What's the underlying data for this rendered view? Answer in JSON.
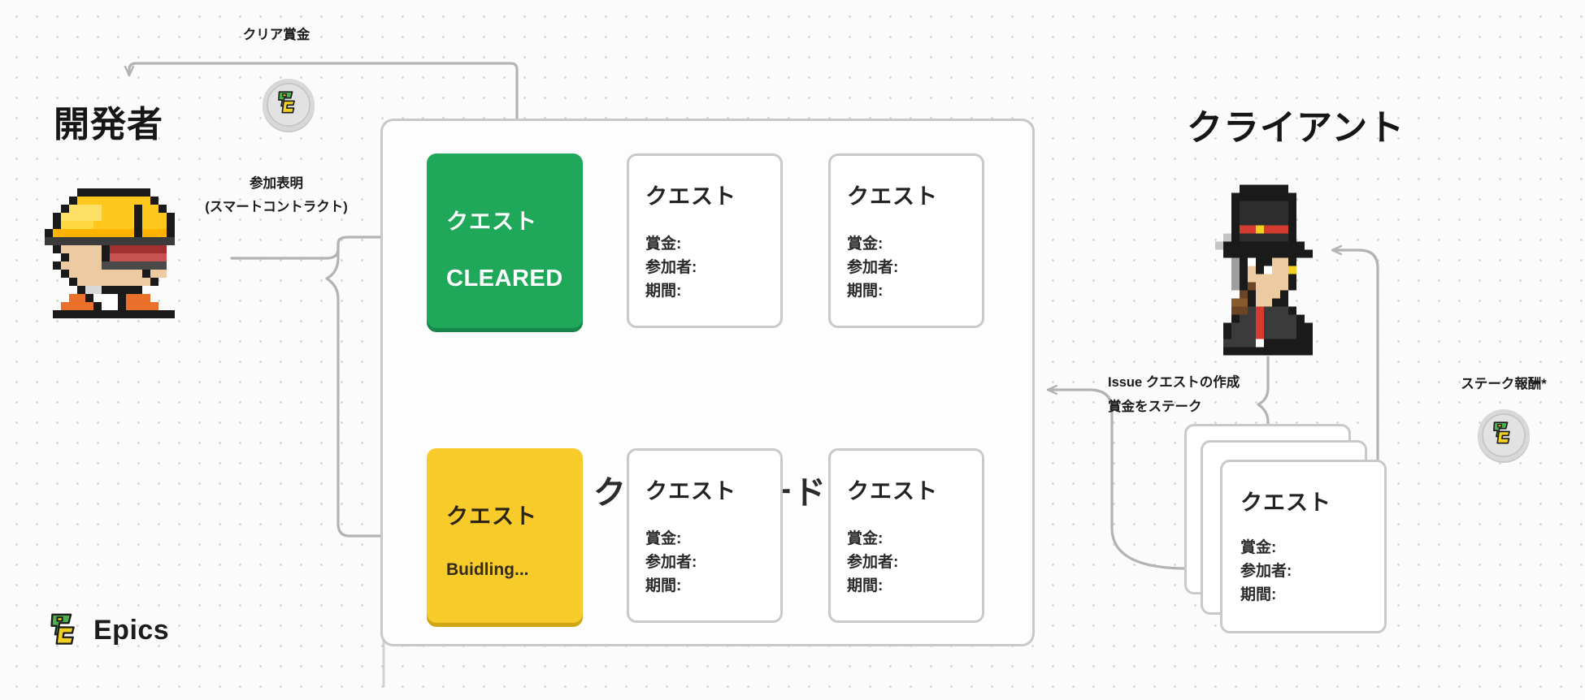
{
  "theme": {
    "background": "#fbfbfb",
    "dot_grid": "#d6d6d6",
    "line": "#b3b3b3",
    "green": "#1fa85a",
    "yellow": "#f7cb2a",
    "text": "#1d1d1d",
    "card_border": "#c9c9c9"
  },
  "actors": {
    "developer": {
      "title": "開発者",
      "sprite": "developer-pixel-avatar"
    },
    "client": {
      "title": "クライアント",
      "sprite": "client-pixel-avatar"
    }
  },
  "flow_labels": {
    "clear_reward": "クリア賞金",
    "participation_line1": "参加表明",
    "participation_line2": "(スマートコントラクト)",
    "issue_line1": "Issue クエストの作成",
    "issue_line2": "賞金をステーク",
    "stake_reward": "ステーク報酬*"
  },
  "board": {
    "title": "クエストボード",
    "rows": [
      {
        "highlight": {
          "heading": "クエスト",
          "status": "CLEARED",
          "state": "cleared",
          "color": "#1fa85a"
        },
        "cards": [
          {
            "heading": "クエスト",
            "fields": [
              "賞金:",
              "参加者:",
              "期間:"
            ]
          },
          {
            "heading": "クエスト",
            "fields": [
              "賞金:",
              "参加者:",
              "期間:"
            ]
          }
        ]
      },
      {
        "highlight": {
          "heading": "クエスト",
          "status": "Buidling...",
          "state": "building",
          "color": "#f7cb2a"
        },
        "cards": [
          {
            "heading": "クエスト",
            "fields": [
              "賞金:",
              "参加者:",
              "期間:"
            ]
          },
          {
            "heading": "クエスト",
            "fields": [
              "賞金:",
              "参加者:",
              "期間:"
            ]
          }
        ]
      }
    ]
  },
  "client_stack": {
    "count": 3,
    "front_card": {
      "heading": "クエスト",
      "fields": [
        "賞金:",
        "参加者:",
        "期間:"
      ]
    }
  },
  "coins": [
    {
      "name": "epics-token-coin-developer",
      "symbol": "PE"
    },
    {
      "name": "epics-token-coin-client",
      "symbol": "PE"
    }
  ],
  "brand": {
    "name": "Epics",
    "logo": "epics-logo"
  }
}
